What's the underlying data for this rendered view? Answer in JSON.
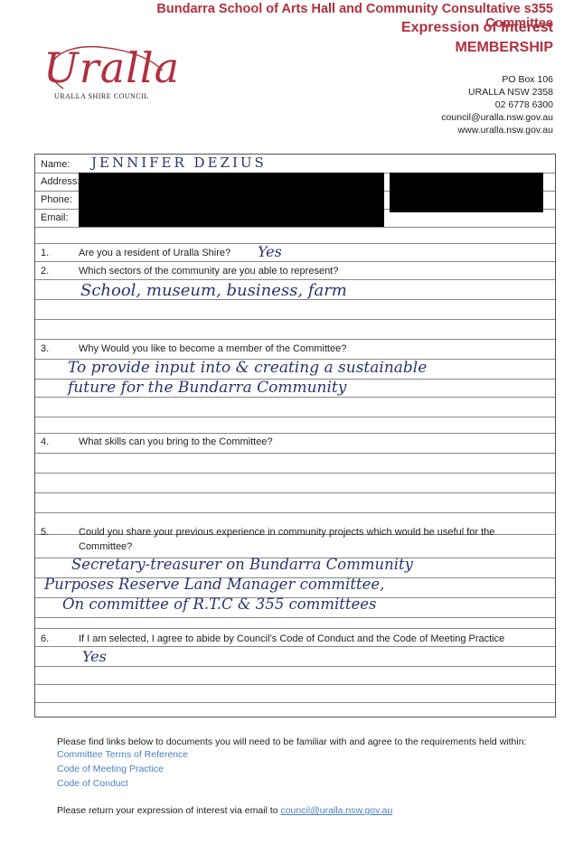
{
  "header": {
    "line1": "Bundarra School of Arts Hall and Community Consultative s355 Committee",
    "line2": "Expression of Interest",
    "line3": "MEMBERSHIP"
  },
  "logo": {
    "script": "Uralla",
    "council": "URALLA SHIRE COUNCIL"
  },
  "contact": {
    "po": "PO Box 106",
    "town": "URALLA  NSW 2358",
    "phone": "02 6778 6300",
    "email": "council@uralla.nsw.gov.au",
    "web": "www.uralla.nsw.gov.au"
  },
  "fields": {
    "name_label": "Name:",
    "name_value": "JENNIFER DEZIUS",
    "address_label": "Address:",
    "phone_label": "Phone:",
    "email_label": "Email:"
  },
  "questions": [
    {
      "num": "1.",
      "text": "Are you a resident of Uralla Shire?",
      "answer": "Yes"
    },
    {
      "num": "2.",
      "text": "Which sectors of the community are you able to represent?",
      "answer": "School, museum, business, farm"
    },
    {
      "num": "3.",
      "text": "Why Would you like to become a member of the Committee?",
      "answer_lines": [
        "To provide input into & creating a sustainable",
        "future for the Bundarra Community"
      ]
    },
    {
      "num": "4.",
      "text": "What skills can you bring to the Committee?"
    },
    {
      "num": "5.",
      "text_lines": [
        "Could you share your previous experience in community projects which would be useful for the",
        "Committee?"
      ],
      "answer_lines": [
        "Secretary-treasurer on Bundarra Community",
        "Purposes Reserve Land Manager committee,",
        "On committee of R.T.C & 355 committees"
      ]
    },
    {
      "num": "6.",
      "text": "If I am selected, I agree to abide by Council’s Code of Conduct and the Code of Meeting Practice",
      "answer": "Yes"
    }
  ],
  "footer": {
    "intro": "Please find links below to documents you will need to be familiar with and agree to the requirements held within:",
    "links": [
      "Committee Terms of Reference",
      "Code of Meeting Practice",
      "Code of Conduct"
    ],
    "return_text": "Please return your expression of interest via email to",
    "return_email": "council@uralla.nsw.gov.au"
  },
  "colors": {
    "brand": "#b03040",
    "ink": "#2b3470",
    "link": "#4a7fc8"
  }
}
